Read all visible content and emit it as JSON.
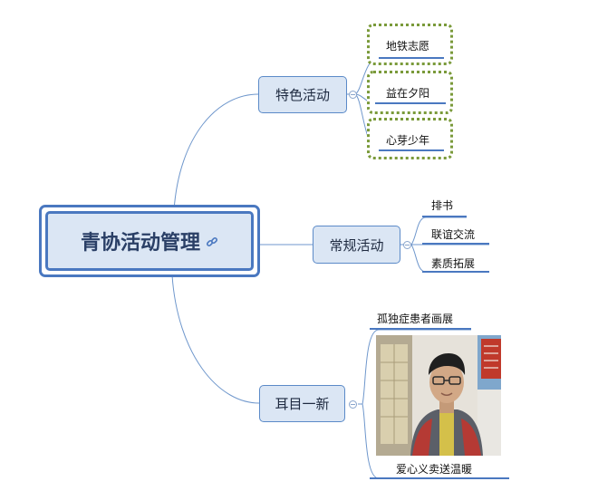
{
  "root": {
    "title": "青协活动管理",
    "icon": "link-icon"
  },
  "branches": [
    {
      "label": "特色活动",
      "children": [
        "地铁志愿",
        "益在夕阳",
        "心芽少年"
      ]
    },
    {
      "label": "常规活动",
      "children": [
        "排书",
        "联谊交流",
        "素质拓展"
      ]
    },
    {
      "label": "耳目一新",
      "children": [
        "孤独症患者画展",
        "爱心义卖送温暖"
      ]
    }
  ],
  "colors": {
    "line": "#6f97cc",
    "node_fill": "#dbe6f4",
    "node_border": "#5b8ac8",
    "dotted_border": "#7a9a3a",
    "underline": "#4a78c0"
  }
}
